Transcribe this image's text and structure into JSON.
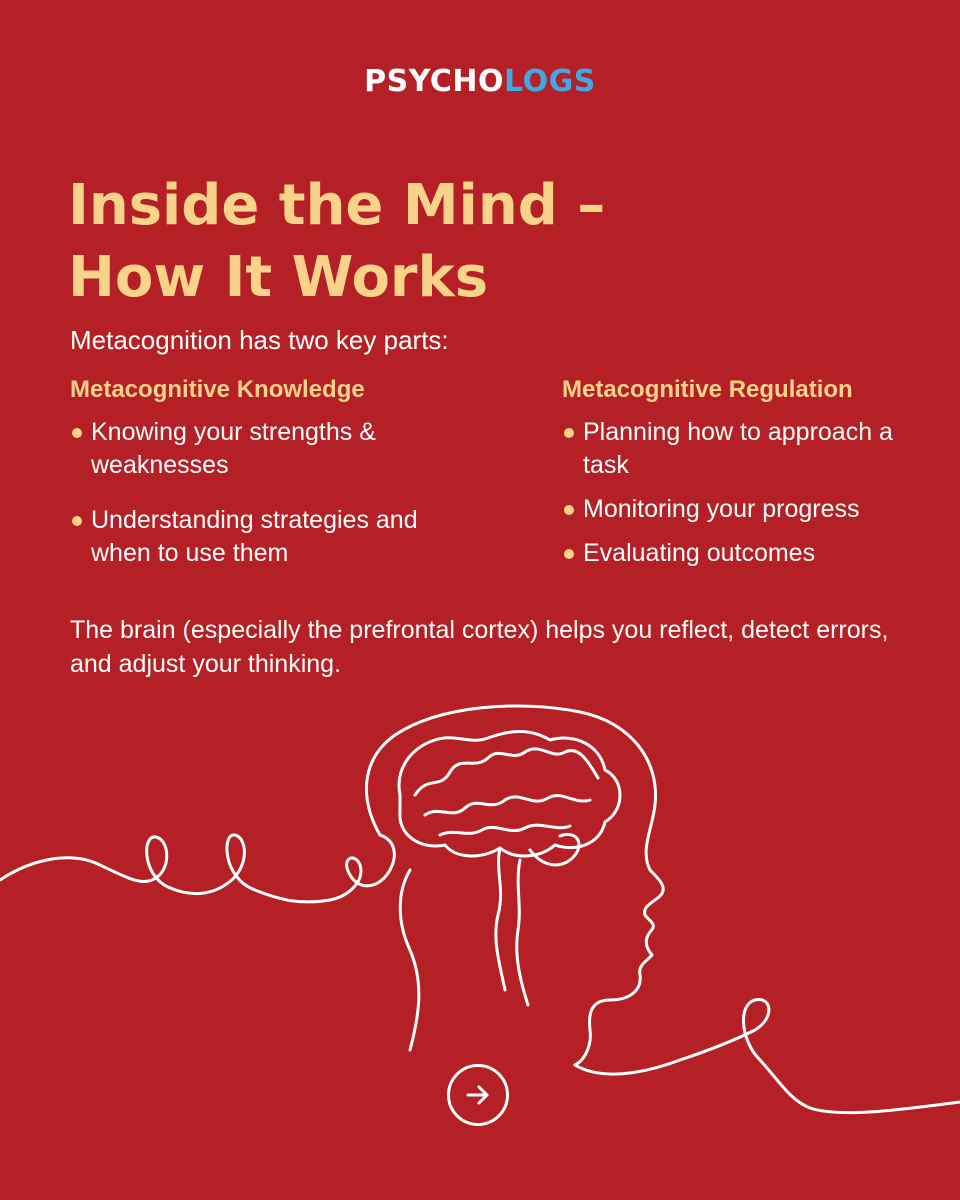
{
  "brand": {
    "part1": "PSYCHO",
    "part2": "LOGS"
  },
  "title": {
    "line1": "Inside the Mind –",
    "line2": "How It Works"
  },
  "intro": "Metacognition has two key parts:",
  "columns": [
    {
      "heading": "Metacognitive Knowledge",
      "items": [
        "Knowing your strengths & weaknesses",
        "Understanding strategies and when to use them"
      ]
    },
    {
      "heading": "Metacognitive Regulation",
      "items": [
        "Planning how to approach a task",
        "Monitoring your progress",
        "Evaluating outcomes"
      ]
    }
  ],
  "summary": "The brain (especially the prefrontal cortex) helps you reflect, detect errors, and adjust your thinking.",
  "illustration": {
    "icon": "brain-head-line-art-icon"
  },
  "next_button": {
    "icon": "arrow-right-icon"
  },
  "colors": {
    "background": "#B42026",
    "accent": "#FAD38A",
    "logo_blue": "#3FA9E6",
    "text": "#FFFFFF"
  }
}
